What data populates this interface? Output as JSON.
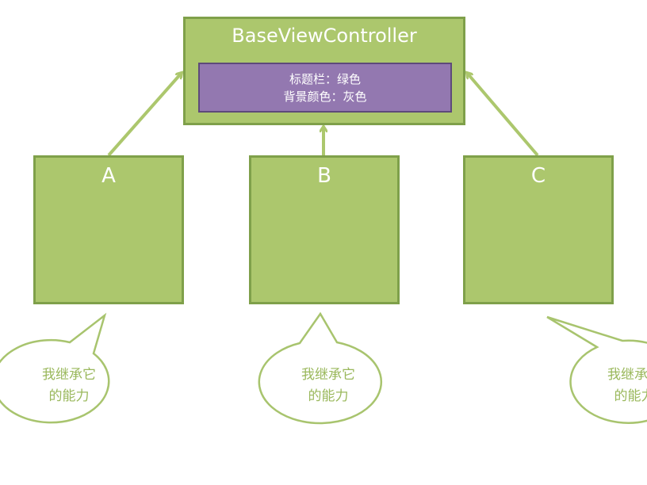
{
  "diagram": {
    "base": {
      "title": "BaseViewController",
      "prop_line1": "标题栏：绿色",
      "prop_line2": "背景颜色：灰色"
    },
    "children": [
      {
        "label": "A"
      },
      {
        "label": "B"
      },
      {
        "label": "C"
      }
    ],
    "bubbles": [
      {
        "line1": "我继承它",
        "line2": "的能力"
      },
      {
        "line1": "我继承它",
        "line2": "的能力"
      },
      {
        "line1": "我继承它",
        "line2": "的能力"
      }
    ]
  },
  "colors": {
    "box_fill": "#acc76d",
    "box_border": "#7fa04a",
    "props_fill": "#9378b0",
    "bubble_stroke": "#a8c46e",
    "bubble_text": "#9ab85c"
  }
}
